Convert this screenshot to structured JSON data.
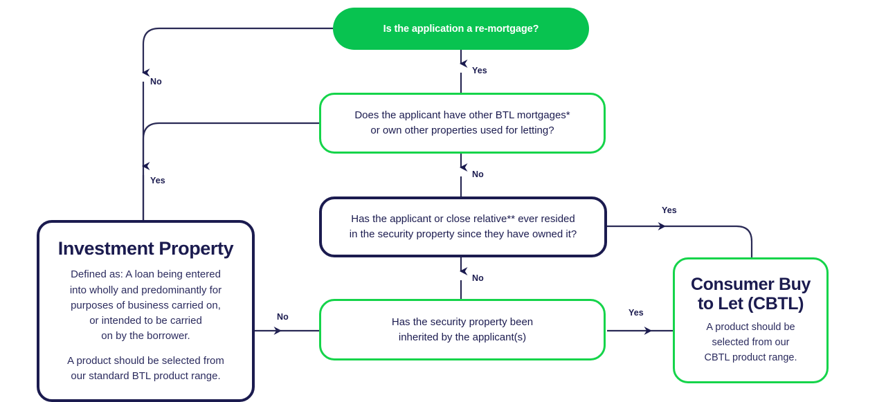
{
  "diagram": {
    "title": "BTL mortgage classification decision flowchart",
    "colors": {
      "green_fill": "#08c350",
      "green_border": "#15d44a",
      "navy": "#1b1b4f",
      "connector": "#2a2a55",
      "background": "#ffffff"
    }
  },
  "nodes": {
    "start": {
      "label": "Is the application a re-mortgage?",
      "shape": "pill",
      "style": "green-filled"
    },
    "other_btl": {
      "line1": "Does the applicant have other BTL mortgages*",
      "line2": "or own other properties used for letting?",
      "shape": "rounded-rect",
      "style": "green-outline"
    },
    "ever_resided": {
      "line1": "Has the applicant or close relative** ever resided",
      "line2": "in the security property since they have owned it?",
      "shape": "rounded-rect",
      "style": "navy-outline"
    },
    "inherited": {
      "line1": "Has the security property been",
      "line2": "inherited by the applicant(s)",
      "shape": "rounded-rect",
      "style": "green-outline"
    },
    "investment_property": {
      "title": "Investment Property",
      "body_line1": "Defined as: A loan being entered",
      "body_line2": "into wholly and predominantly for",
      "body_line3": "purposes of business carried on,",
      "body_line4": "or intended to be carried",
      "body_line5": "on by the borrower.",
      "body_line6": "A product should be selected from",
      "body_line7": "our standard BTL product range.",
      "shape": "rounded-rect",
      "style": "navy-outline"
    },
    "cbtl": {
      "title_line1": "Consumer Buy",
      "title_line2": "to Let (CBTL)",
      "body_line1": "A product should be",
      "body_line2": "selected from our",
      "body_line3": "CBTL product range.",
      "shape": "rounded-rect",
      "style": "green-outline"
    }
  },
  "edges": [
    {
      "id": "start-no",
      "label": "No",
      "from": "start",
      "to": "investment_property"
    },
    {
      "id": "start-yes",
      "label": "Yes",
      "from": "start",
      "to": "other_btl"
    },
    {
      "id": "other-btl-yes",
      "label": "Yes",
      "from": "other_btl",
      "to": "investment_property"
    },
    {
      "id": "other-btl-no",
      "label": "No",
      "from": "other_btl",
      "to": "ever_resided"
    },
    {
      "id": "ever-resided-yes",
      "label": "Yes",
      "from": "ever_resided",
      "to": "cbtl"
    },
    {
      "id": "ever-resided-no",
      "label": "No",
      "from": "ever_resided",
      "to": "inherited"
    },
    {
      "id": "inherited-yes",
      "label": "Yes",
      "from": "inherited",
      "to": "cbtl"
    },
    {
      "id": "inherited-no",
      "label": "No",
      "from": "inherited",
      "to": "investment_property"
    }
  ]
}
